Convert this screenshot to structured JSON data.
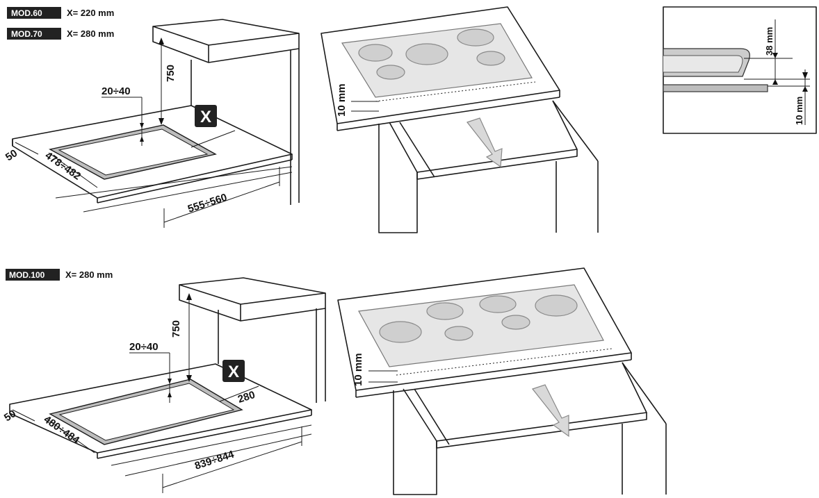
{
  "top": {
    "models": [
      {
        "badge": "MOD.60",
        "value": "X= 220 mm"
      },
      {
        "badge": "MOD.70",
        "value": "X= 280 mm"
      }
    ],
    "x_marker": "X",
    "dims": {
      "height": "750",
      "inset": "20÷40",
      "front": "50",
      "depth": "478÷482",
      "width": "555÷560"
    },
    "gap": "10 mm"
  },
  "detail": {
    "thickness": "38 mm",
    "gap": "10 mm"
  },
  "bottom": {
    "models": [
      {
        "badge": "MOD.100",
        "value": "X= 280 mm"
      }
    ],
    "x_marker": "X",
    "dims": {
      "height": "750",
      "inset": "20÷40",
      "front": "50",
      "depth": "480÷484",
      "side": "280",
      "width": "839÷844"
    },
    "gap": "10 mm"
  }
}
